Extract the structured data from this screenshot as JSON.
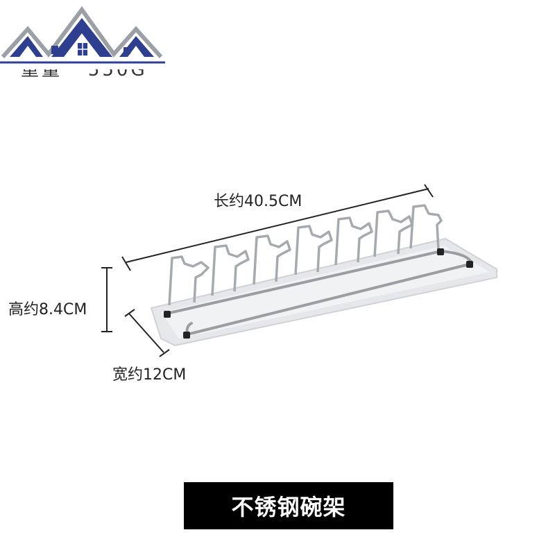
{
  "header": {
    "partial_text_left": "重量",
    "partial_text_right": "550G"
  },
  "dimensions": {
    "length": "长约40.5CM",
    "height": "高约8.4CM",
    "width": "宽约12CM"
  },
  "caption": "不锈钢碗架",
  "colors": {
    "logo_blue": "#2e3f8f",
    "logo_gray": "#9aa0a6",
    "caption_bg": "#000000",
    "caption_text": "#ffffff"
  }
}
